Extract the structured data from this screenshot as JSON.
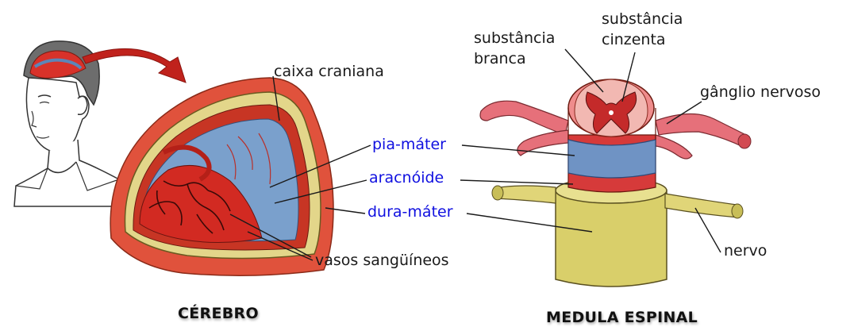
{
  "brain": {
    "title": "CÉREBRO",
    "labels": {
      "skull": "caixa craniana",
      "pia": "pia-máter",
      "arachnoid": "aracnóide",
      "dura": "dura-máter",
      "vessels": "vasos sangüíneos"
    }
  },
  "spine": {
    "title": "MEDULA ESPINAL",
    "labels": {
      "white_line1": "substância",
      "white_line2": "branca",
      "grey_line1": "substância",
      "grey_line2": "cinzenta",
      "ganglion": "gânglio nervoso",
      "nerve": "nervo"
    }
  },
  "colors": {
    "label_blue": "#1010e0",
    "label_black": "#1a1a1a",
    "tissue_red": "#d8322a",
    "membrane_blue": "#5b86b8",
    "bone_yellow": "#d9cf6a"
  }
}
